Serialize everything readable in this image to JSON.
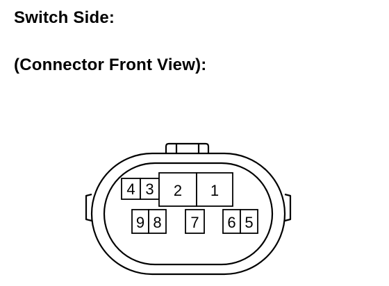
{
  "title": "Switch Side:",
  "subtitle": "(Connector Front View):",
  "connector": {
    "pins": {
      "p1": "1",
      "p2": "2",
      "p3": "3",
      "p4": "4",
      "p5": "5",
      "p6": "6",
      "p7": "7",
      "p8": "8",
      "p9": "9"
    }
  }
}
